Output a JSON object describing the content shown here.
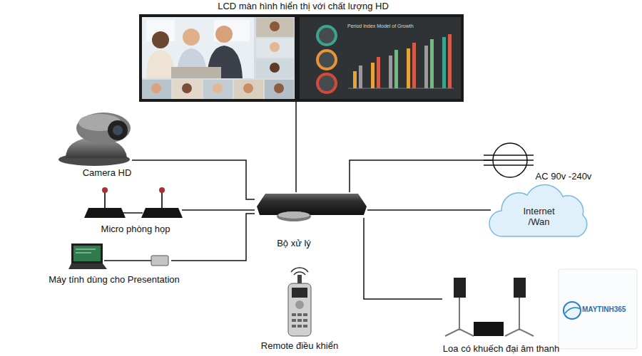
{
  "diagram": {
    "nodes": [
      {
        "text": [
          "LCD màn hình hiển thị với chất lượng HD"
        ]
      },
      {
        "text": [
          "Camera HD"
        ]
      },
      {
        "text": [
          "Micro phòng họp"
        ]
      },
      {
        "text": [
          "Máy tính dùng cho Presentation"
        ]
      },
      {
        "text": [
          "Bộ xử lý"
        ]
      },
      {
        "text": [
          "AC 90v -240v"
        ]
      },
      {
        "text": [
          "Internet /Wan"
        ]
      },
      {
        "text": [
          "Remote điều khiển"
        ]
      },
      {
        "text": [
          "Loa có khuếch đại âm thanh"
        ]
      }
    ],
    "edges": [
      {
        "from": 0,
        "to": 4,
        "arrow": "none"
      },
      {
        "from": 1,
        "to": 4,
        "arrow": "none"
      },
      {
        "from": 2,
        "to": 4,
        "arrow": "none"
      },
      {
        "from": 3,
        "to": 4,
        "arrow": "none"
      },
      {
        "from": 5,
        "to": 4,
        "arrow": "none"
      },
      {
        "from": 6,
        "to": 4,
        "arrow": "none"
      },
      {
        "from": 8,
        "to": 4,
        "arrow": "none"
      }
    ],
    "labels": [
      "Period Index Model of Growth",
      "MAYTINH365"
    ]
  }
}
